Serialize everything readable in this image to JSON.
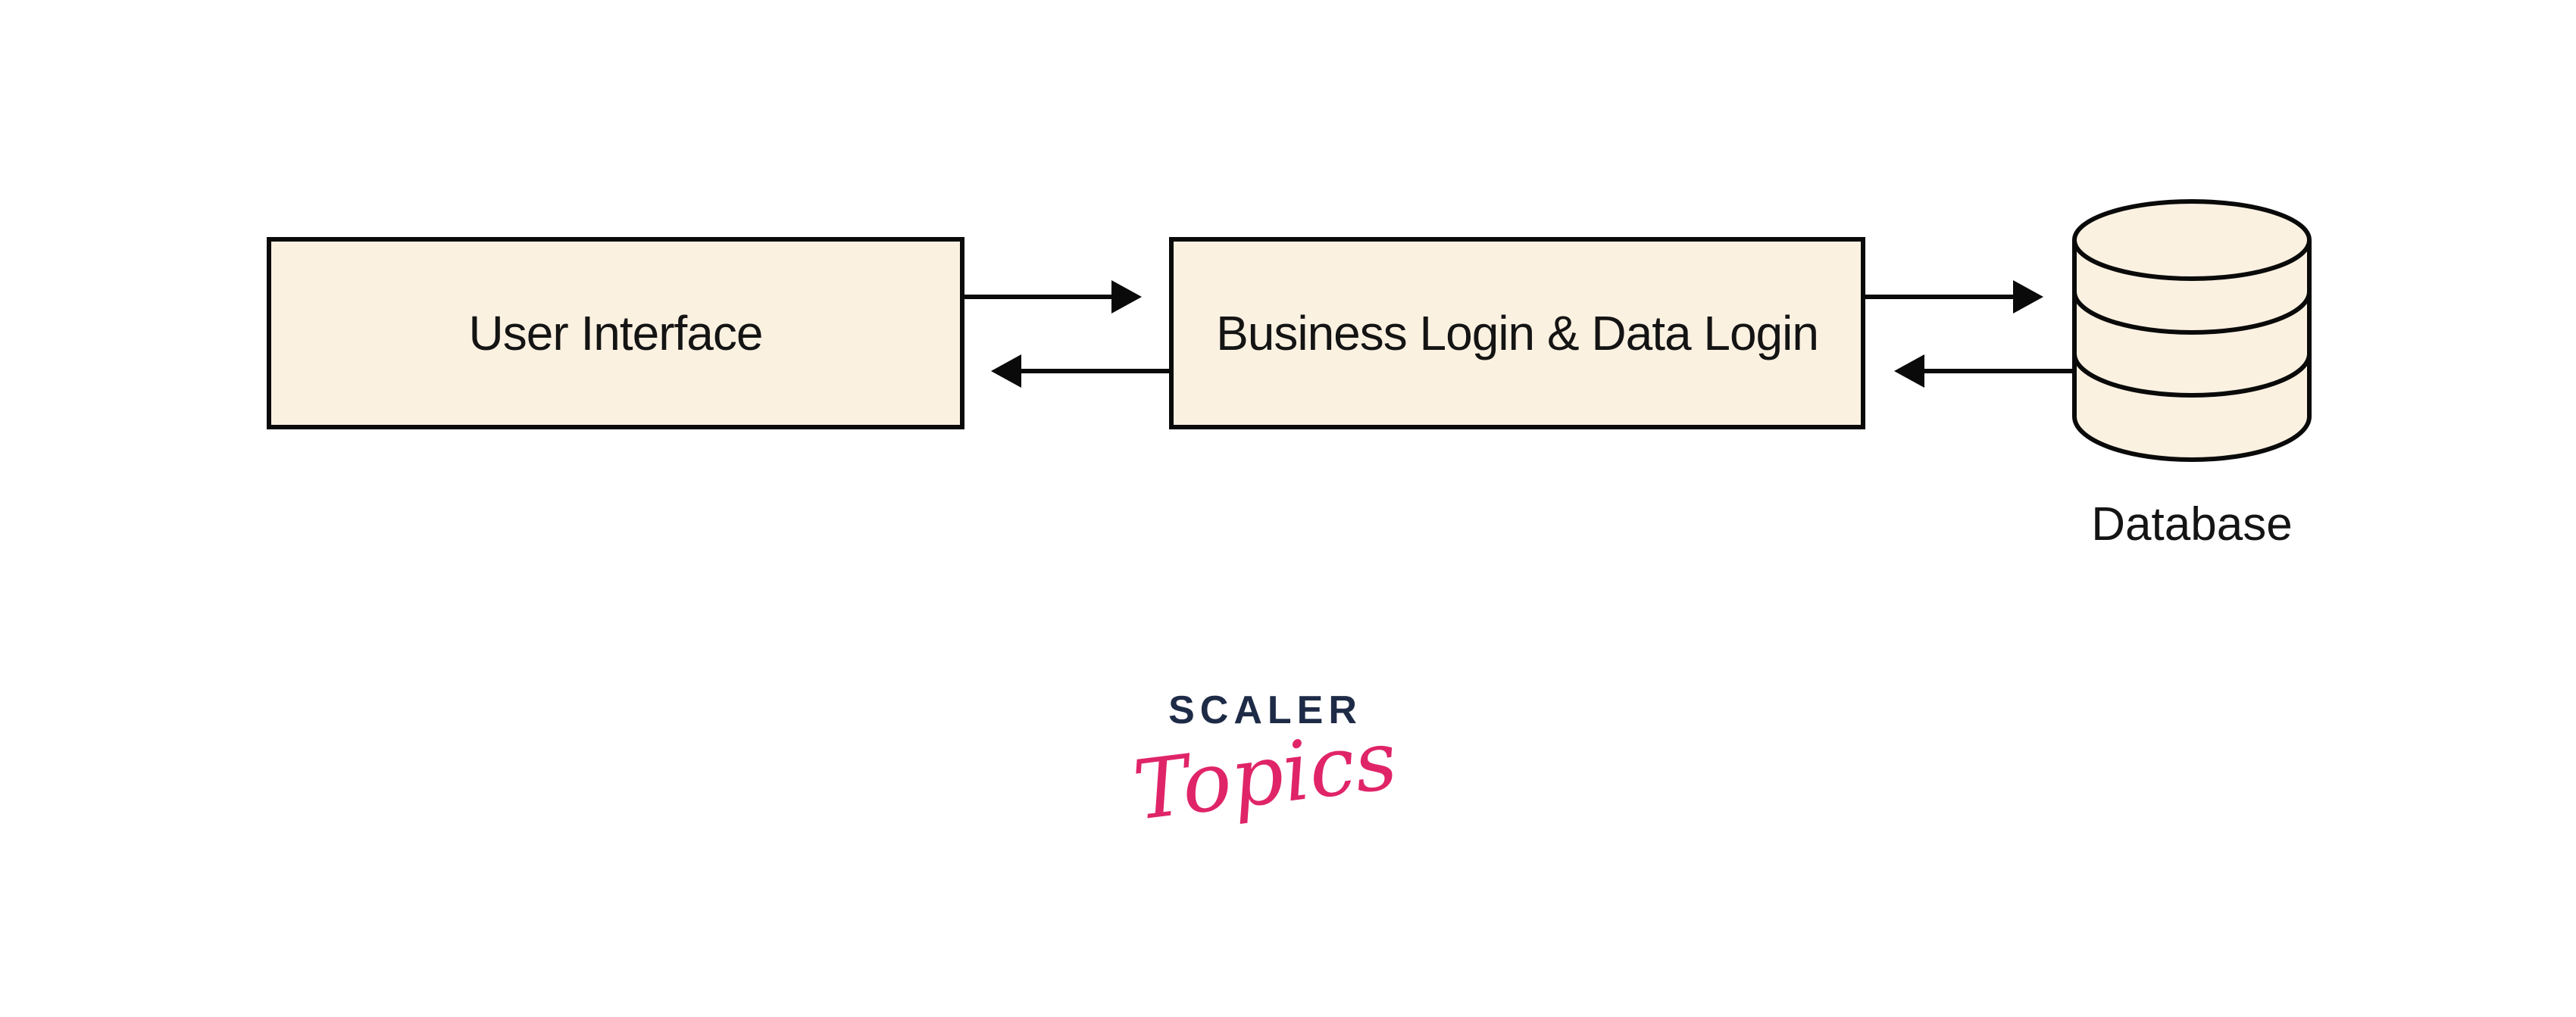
{
  "colors": {
    "background": "#ffffff",
    "node_fill": "#fbf1e1",
    "node_border": "#0a0a0a",
    "line": "#0a0a0a",
    "text": "#141414",
    "brand_navy": "#1e2b47",
    "brand_pink": "#e02468"
  },
  "diagram": {
    "type": "architecture-flow",
    "nodes": [
      {
        "id": "user_interface",
        "label": "User Interface",
        "shape": "rect"
      },
      {
        "id": "business_logic",
        "label": "Business Login & Data Login",
        "shape": "rect"
      },
      {
        "id": "database",
        "label": "Database",
        "shape": "cylinder"
      }
    ],
    "edges": [
      {
        "from": "user_interface",
        "to": "business_logic",
        "direction": "right"
      },
      {
        "from": "business_logic",
        "to": "user_interface",
        "direction": "left"
      },
      {
        "from": "business_logic",
        "to": "database",
        "direction": "right"
      },
      {
        "from": "database",
        "to": "business_logic",
        "direction": "left"
      }
    ]
  },
  "logo": {
    "brand": "SCALER",
    "sub": "Topics"
  }
}
